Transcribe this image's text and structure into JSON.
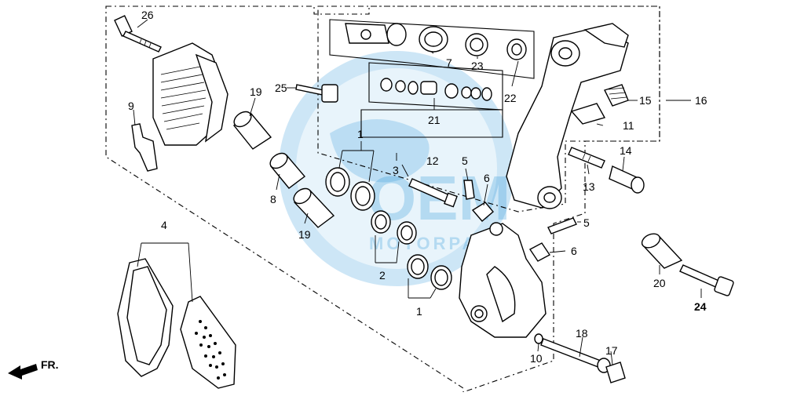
{
  "watermark": {
    "brand": "OEM",
    "sub": "MOTORPARTS"
  },
  "direction_label": "FR.",
  "callouts": {
    "c1a": "1",
    "c1b": "1",
    "c2": "2",
    "c3": "3",
    "c4": "4",
    "c5a": "5",
    "c5b": "5",
    "c6a": "6",
    "c6b": "6",
    "c7": "7",
    "c8": "8",
    "c9": "9",
    "c10": "10",
    "c11": "11",
    "c12": "12",
    "c13": "13",
    "c14": "14",
    "c15": "15",
    "c16": "16",
    "c17": "17",
    "c18": "18",
    "c19a": "19",
    "c19b": "19",
    "c20": "20",
    "c21": "21",
    "c22": "22",
    "c23": "23",
    "c24": "24",
    "c25": "25",
    "c26": "26"
  }
}
